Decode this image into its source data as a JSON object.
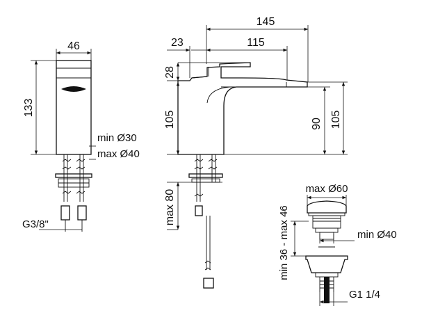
{
  "front_view": {
    "width": "46",
    "height": "133",
    "hose_min": "min Ø30",
    "hose_max": "max Ø40",
    "thread": "G3/8\""
  },
  "side_view": {
    "overall_length": "145",
    "lever_offset": "23",
    "spout_reach": "115",
    "lever_height": "28",
    "body_height": "105",
    "spout_clearance": "90",
    "spout_height": "105",
    "hose_length": "max 80"
  },
  "waste_view": {
    "cap_diameter": "max Ø60",
    "body_diameter": "min Ø40",
    "height_range": "min 36 - max 46",
    "thread": "G1 1/4"
  }
}
